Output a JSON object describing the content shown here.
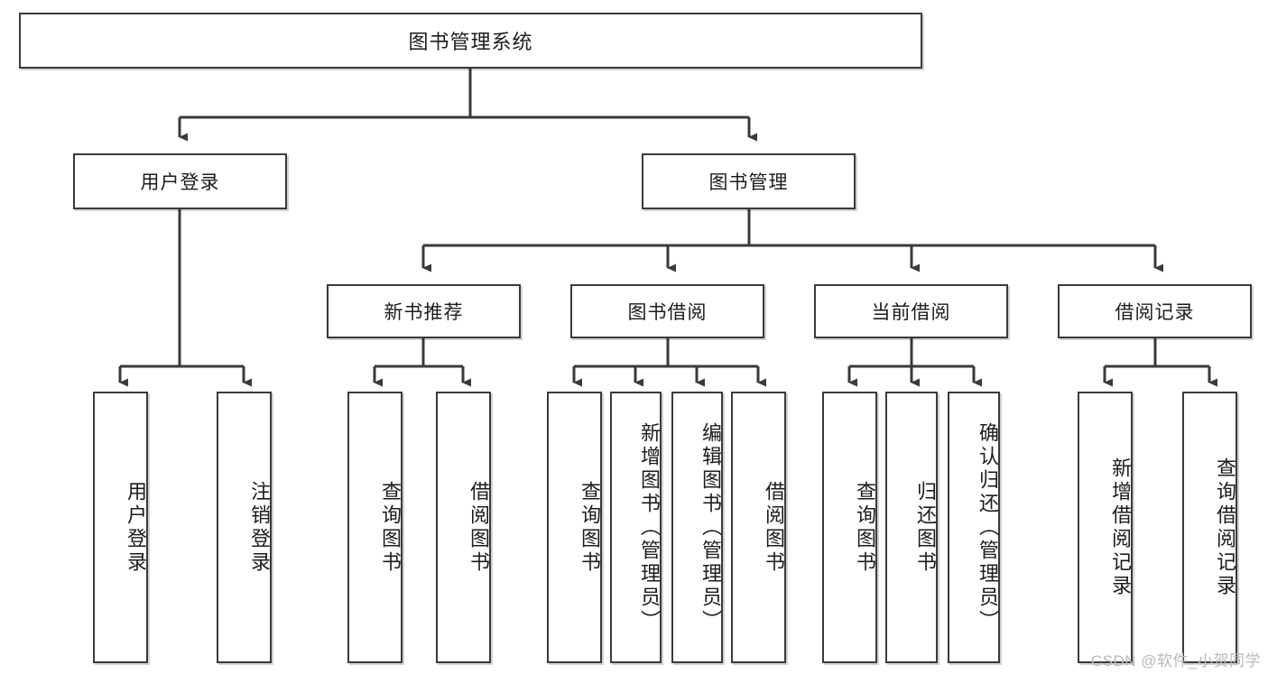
{
  "diagram": {
    "title_label": "图书管理系统",
    "type": "hierarchy-tree",
    "levels": [
      {
        "level": 1,
        "nodes": [
          {
            "id": "root",
            "label": "图书管理系统",
            "orientation": "horizontal"
          }
        ]
      },
      {
        "level": 2,
        "nodes": [
          {
            "id": "user-login",
            "label": "用户登录",
            "orientation": "horizontal"
          },
          {
            "id": "book-manage",
            "label": "图书管理",
            "orientation": "horizontal"
          }
        ]
      },
      {
        "level": 3,
        "nodes": [
          {
            "id": "new-book-rec",
            "label": "新书推荐",
            "orientation": "horizontal"
          },
          {
            "id": "book-borrow",
            "label": "图书借阅",
            "orientation": "horizontal"
          },
          {
            "id": "current-borrow",
            "label": "当前借阅",
            "orientation": "horizontal"
          },
          {
            "id": "borrow-record",
            "label": "借阅记录",
            "orientation": "horizontal"
          }
        ]
      },
      {
        "level": 4,
        "nodes": [
          {
            "id": "leaf-user-login",
            "label": "用户登录",
            "orientation": "vertical",
            "parent": "user-login"
          },
          {
            "id": "leaf-logout",
            "label": "注销登录",
            "orientation": "vertical",
            "parent": "user-login"
          },
          {
            "id": "leaf-query-book-1",
            "label": "查询图书",
            "orientation": "vertical",
            "parent": "new-book-rec"
          },
          {
            "id": "leaf-borrow-book-1",
            "label": "借阅图书",
            "orientation": "vertical",
            "parent": "new-book-rec"
          },
          {
            "id": "leaf-query-book-2",
            "label": "查询图书",
            "orientation": "vertical",
            "parent": "book-borrow"
          },
          {
            "id": "leaf-add-book",
            "label": "新增图书（管理员）",
            "orientation": "vertical",
            "parent": "book-borrow"
          },
          {
            "id": "leaf-edit-book",
            "label": "编辑图书（管理员）",
            "orientation": "vertical",
            "parent": "book-borrow"
          },
          {
            "id": "leaf-borrow-book-2",
            "label": "借阅图书",
            "orientation": "vertical",
            "parent": "book-borrow"
          },
          {
            "id": "leaf-query-book-3",
            "label": "查询图书",
            "orientation": "vertical",
            "parent": "current-borrow"
          },
          {
            "id": "leaf-return-book",
            "label": "归还图书",
            "orientation": "vertical",
            "parent": "current-borrow"
          },
          {
            "id": "leaf-confirm-return",
            "label": "确认归还（管理员）",
            "orientation": "vertical",
            "parent": "current-borrow"
          },
          {
            "id": "leaf-add-record",
            "label": "新增借阅记录",
            "orientation": "vertical",
            "parent": "borrow-record"
          },
          {
            "id": "leaf-query-record",
            "label": "查询借阅记录",
            "orientation": "vertical",
            "parent": "borrow-record"
          }
        ]
      }
    ],
    "colors": {
      "stroke": "#3a3a3a",
      "fill": "#ffffff",
      "text": "#1c1c1c",
      "watermark": "#b9b9b9"
    }
  },
  "watermark": {
    "text": "CSDN @软件_小贺同学"
  }
}
